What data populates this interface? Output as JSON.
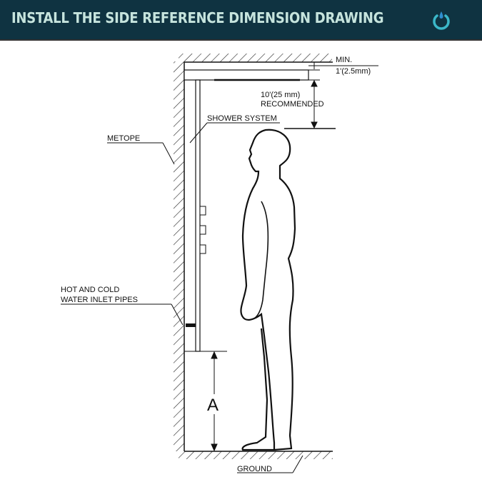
{
  "header": {
    "title": "INSTALL THE SIDE REFERENCE DIMENSION DRAWING",
    "logo_icon": "water-drop-power-icon"
  },
  "labels": {
    "min": "MIN.",
    "min_value": "1'(2.5mm)",
    "recommended_value": "10'(25 mm)",
    "recommended": "RECOMMENDED",
    "shower_system": "SHOWER SYSTEM",
    "metope": "METOPE",
    "pipes_line1": "HOT AND COLD",
    "pipes_line2": "WATER INLET PIPES",
    "dimension_a": "A",
    "ground": "GROUND"
  },
  "colors": {
    "header_bg": "#0f3341",
    "title": "#c6e4dd",
    "logo": "#3bb8c9"
  }
}
